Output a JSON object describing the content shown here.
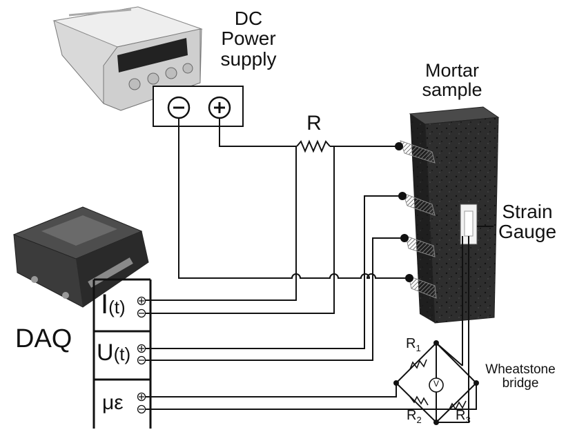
{
  "labels": {
    "power_supply": [
      "DC",
      "Power",
      "supply"
    ],
    "resistor": "R",
    "mortar": [
      "Mortar",
      "sample"
    ],
    "strain_gauge": [
      "Strain",
      "Gauge"
    ],
    "daq": "DAQ",
    "current_channel": "I",
    "current_suffix": "(t)",
    "voltage_channel": "U",
    "voltage_suffix": "(t)",
    "strain_channel": "με",
    "wheatstone": [
      "Wheatstone",
      "bridge"
    ],
    "r1_main": "R",
    "r1_sub": "1",
    "r2_main": "R",
    "r2_sub": "2",
    "r3_main": "R",
    "r3_sub": "3",
    "voltmeter": "V",
    "minus": "−",
    "plus": "+"
  },
  "colors": {
    "wire": "#111111",
    "mortar": "#2b2b2b",
    "device": "#e6e6e6",
    "daq_body": "#3a3a3a"
  }
}
